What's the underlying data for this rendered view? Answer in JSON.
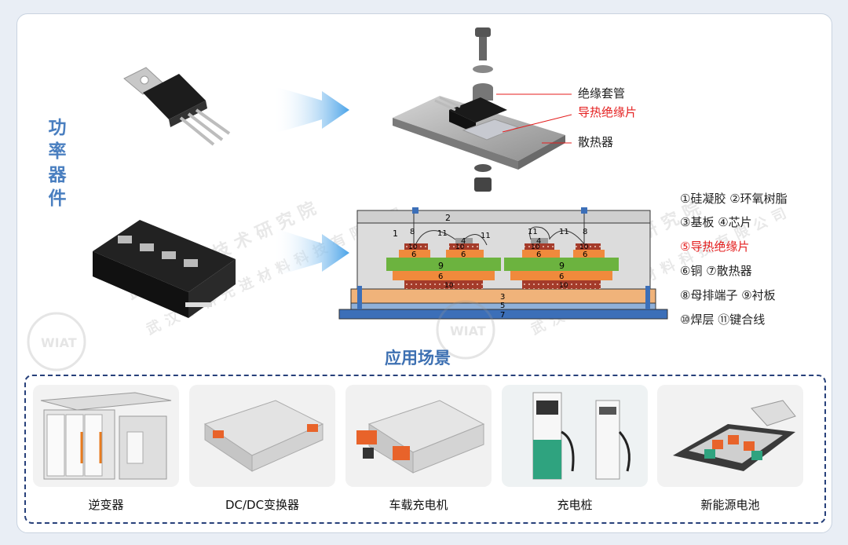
{
  "title_vertical": [
    "功",
    "率",
    "器",
    "件"
  ],
  "assembly_labels": {
    "sleeve": "绝缘套管",
    "thermal_pad": "导热绝缘片",
    "heatsink": "散热器"
  },
  "module_numbers": {
    "n1": "1",
    "n2": "2",
    "n3": "3",
    "n5": "5",
    "n7": "7",
    "n4a": "4",
    "n4b": "4",
    "n6a": "6",
    "n6b": "6",
    "n6c": "6",
    "n6d": "6",
    "n6e": "6",
    "n6f": "6",
    "n8a": "8",
    "n8b": "8",
    "n9a": "9",
    "n9b": "9",
    "n10a": "10",
    "n10b": "10",
    "n10c": "10",
    "n10d": "10",
    "n10e": "10",
    "n10f": "10",
    "n11a": "11",
    "n11b": "11",
    "n11c": "11",
    "n11d": "11"
  },
  "legend": [
    {
      "text": "①硅凝胶 ②环氧树脂",
      "highlight": false
    },
    {
      "text": "③基板 ④芯片",
      "highlight": false
    },
    {
      "text": "⑤导热绝缘片",
      "highlight": true
    },
    {
      "text": "⑥铜 ⑦散热器",
      "highlight": false
    },
    {
      "text": "⑧母排端子 ⑨衬板",
      "highlight": false
    },
    {
      "text": "⑩焊层 ⑪键合线",
      "highlight": false
    }
  ],
  "section_title": "应用场景",
  "scenes": [
    "逆变器",
    "DC/DC变换器",
    "车载充电机",
    "充电桩",
    "新能源电池"
  ],
  "watermark": {
    "line1": "武汉先进技术研究院",
    "line2": "武汉中科先进材料科技有限公司",
    "logo": "WIAT"
  },
  "colors": {
    "accent": "#4a7fc0",
    "red": "#e41e1e",
    "frame": "#27407a"
  }
}
